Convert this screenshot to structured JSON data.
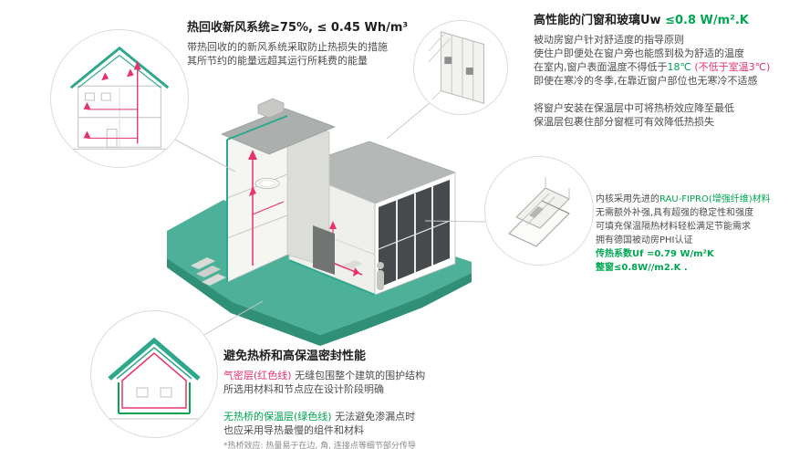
{
  "colors": {
    "teal": "#2ea88c",
    "green": "#00a651",
    "red": "#e8336d",
    "roof_grey": "#abb0af",
    "ground_teal": "#4db19a"
  },
  "heat_recovery": {
    "title": "热回收新风系统≥75%, ≤ 0.45 Wh/m³",
    "lines": [
      [
        {
          "text": "带热回收的的新风系统采取防止热损失的措施"
        }
      ],
      [
        {
          "text": "其所节约的能量远超其运行所耗费的能量"
        }
      ]
    ]
  },
  "windows": {
    "title": [
      {
        "text": "高性能的门窗和玻璃Uw "
      },
      {
        "text": "≤0.8 W/m².K",
        "tone": "green"
      }
    ],
    "lines": [
      [
        {
          "text": "被动房窗户针对舒适度的指导原则"
        }
      ],
      [
        {
          "text": "使住户即便处在窗户旁也能感到极为舒适的温度"
        }
      ],
      [
        {
          "text": "在室内,窗户表面温度不得低于"
        },
        {
          "text": "18℃",
          "tone": "green"
        },
        {
          "text": " "
        },
        {
          "text": "(不低于室温3℃)",
          "tone": "red"
        }
      ],
      [
        {
          "text": "即使在寒冷的冬季,在靠近窗户部位也无寒冷不适感"
        }
      ],
      [
        {
          "text": ""
        }
      ],
      [
        {
          "text": "将窗户安装在保温层中可将热桥效应降至最低"
        }
      ],
      [
        {
          "text": "保温层包裹住部分窗框可有效降低热损失"
        }
      ]
    ]
  },
  "profile": {
    "lines": [
      [
        {
          "text": "内核采用先进的"
        },
        {
          "text": "RAU-FIPRO(增强纤维)材料",
          "tone": "green"
        }
      ],
      [
        {
          "text": "无需额外补强,具有超强的稳定性和强度"
        }
      ],
      [
        {
          "text": "可填充保温隔热材料轻松满足节能需求"
        }
      ],
      [
        {
          "text": "拥有德国被动房PHI认证"
        }
      ],
      [
        {
          "text": "传热系数Uf =0.79 W/m²K",
          "tone": "green",
          "bold": true
        }
      ],
      [
        {
          "text": "整窗≤0.8W//m2.K .",
          "tone": "green",
          "bold": true
        }
      ]
    ]
  },
  "thermal": {
    "title": "避免热桥和高保温密封性能",
    "lines": [
      [
        {
          "text": "气密层(红色线)",
          "tone": "red"
        },
        {
          "text": " 无缝包围整个建筑的围护结构"
        }
      ],
      [
        {
          "text": "所选用材料和节点应在设计阶段明确"
        }
      ],
      [
        {
          "text": ""
        }
      ],
      [
        {
          "text": "无热桥的保温层(绿色线)",
          "tone": "green"
        },
        {
          "text": " 无法避免渗漏点时"
        }
      ],
      [
        {
          "text": "也应采用导热最慢的组件和材料"
        }
      ]
    ],
    "footnote": "*热桥效应: 热量易于在边, 角, 连接点等细节部分传导"
  }
}
